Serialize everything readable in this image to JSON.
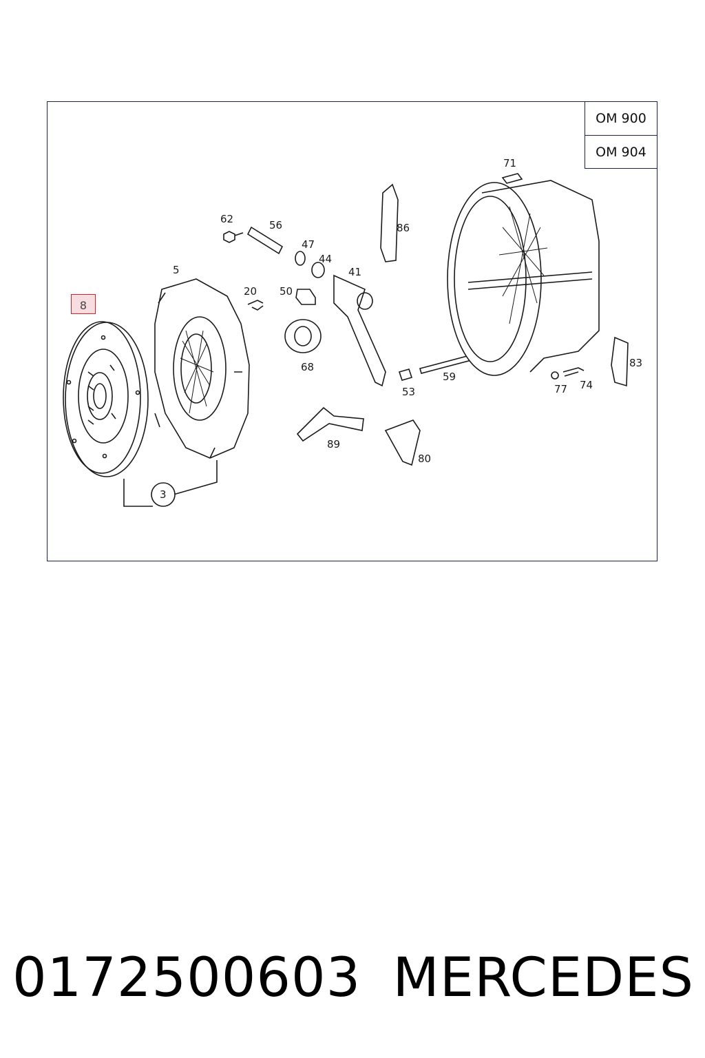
{
  "models": [
    "OM 900",
    "OM 904"
  ],
  "highlight_label": "8",
  "part_labels": [
    {
      "id": "71",
      "text": "71"
    },
    {
      "id": "86",
      "text": "86"
    },
    {
      "id": "62",
      "text": "62"
    },
    {
      "id": "56",
      "text": "56"
    },
    {
      "id": "47",
      "text": "47"
    },
    {
      "id": "44",
      "text": "44"
    },
    {
      "id": "41",
      "text": "41"
    },
    {
      "id": "5",
      "text": "5"
    },
    {
      "id": "20",
      "text": "20"
    },
    {
      "id": "50",
      "text": "50"
    },
    {
      "id": "68",
      "text": "68"
    },
    {
      "id": "59",
      "text": "59"
    },
    {
      "id": "53",
      "text": "53"
    },
    {
      "id": "77",
      "text": "77"
    },
    {
      "id": "74",
      "text": "74"
    },
    {
      "id": "83",
      "text": "83"
    },
    {
      "id": "89",
      "text": "89"
    },
    {
      "id": "80",
      "text": "80"
    },
    {
      "id": "3",
      "text": "3"
    }
  ],
  "footer": {
    "part_number": "0172500603",
    "brand": "MERCEDES"
  },
  "colors": {
    "frame": "#1b1f4a",
    "highlight": "#d0202a",
    "highlight_fill": "#f7dde0"
  }
}
